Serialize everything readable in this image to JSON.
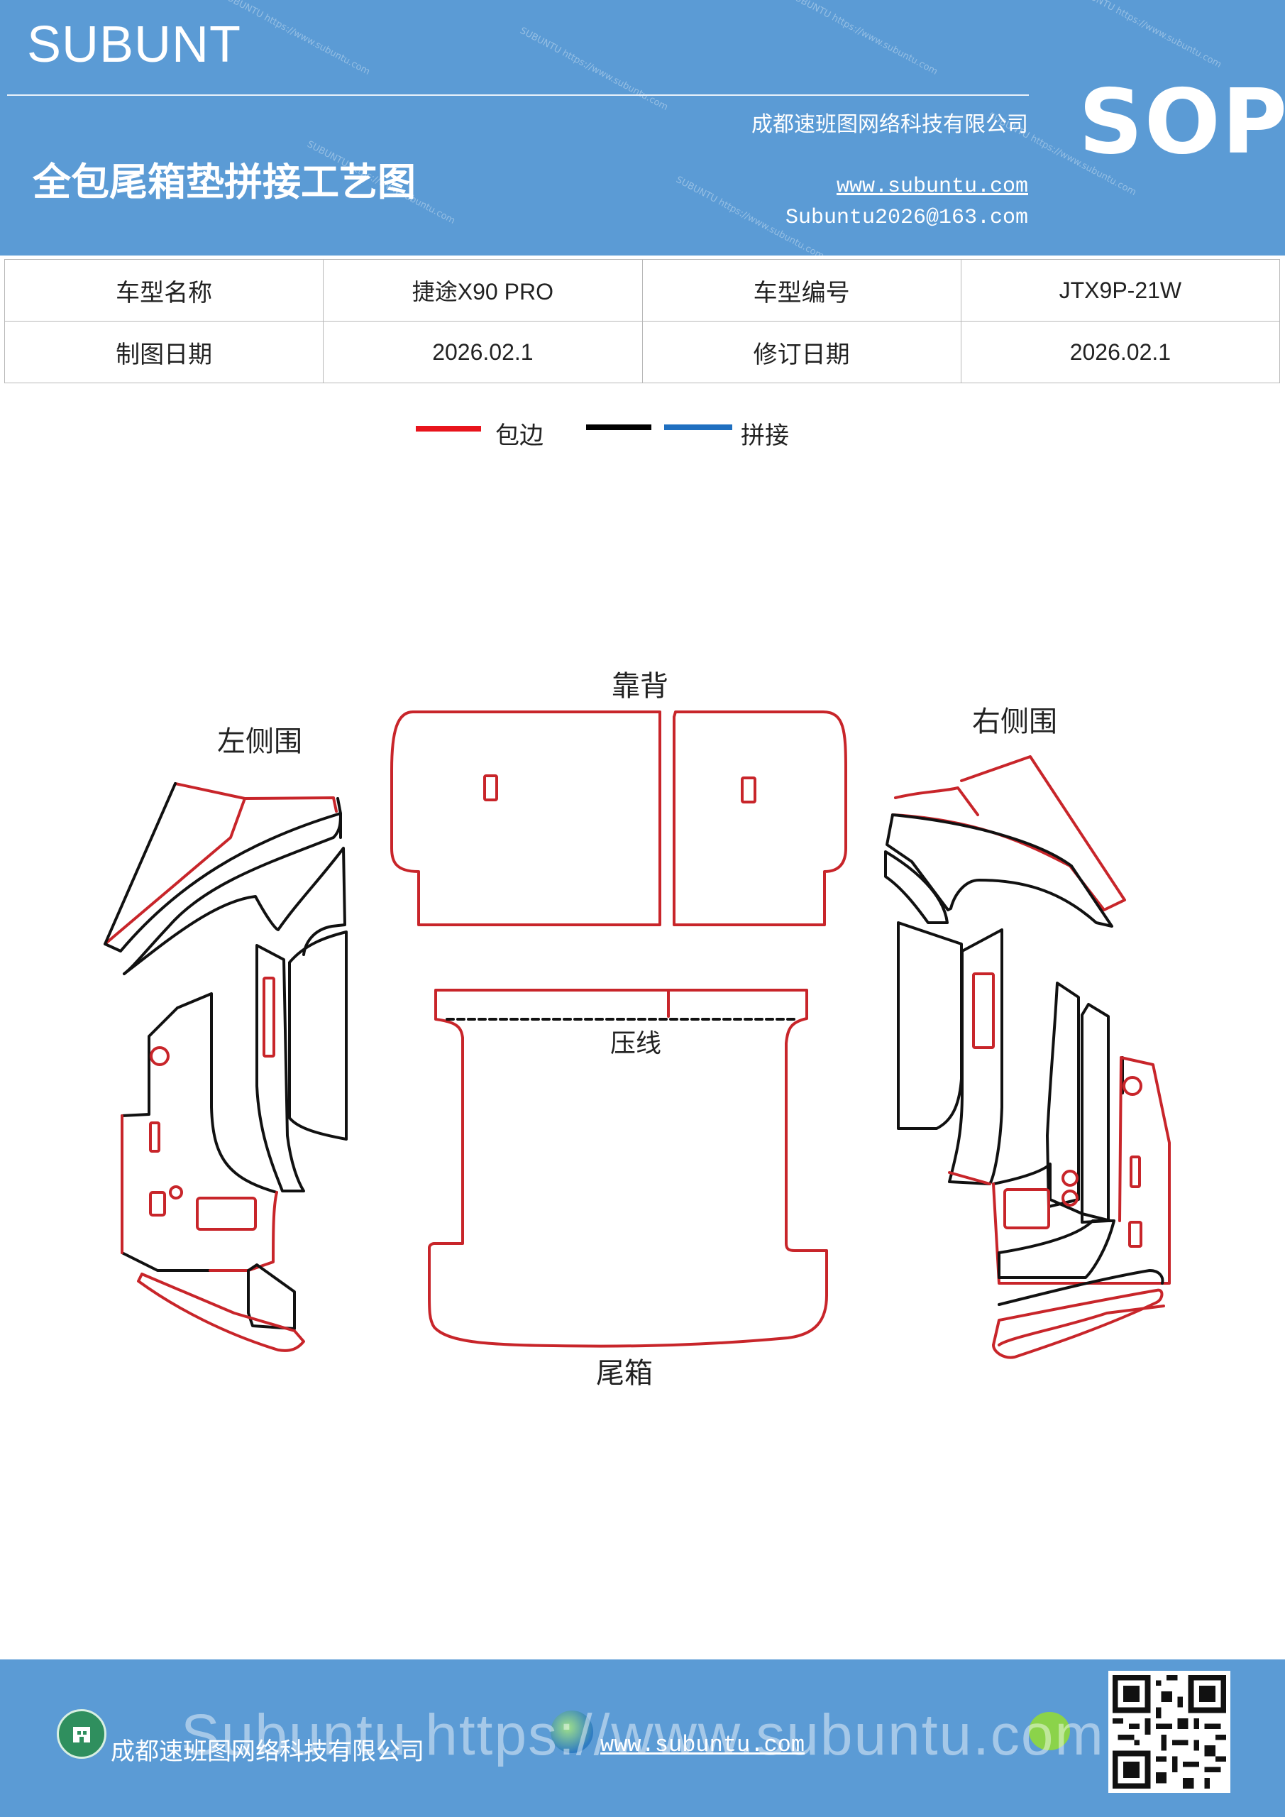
{
  "header": {
    "brand": "SUBUNT",
    "title": "全包尾箱垫拼接工艺图",
    "company": "成都速班图网络科技有限公司",
    "website": "www.subuntu.com",
    "email": "Subuntu2026@163.com",
    "badge": "SOP",
    "watermark": "SUBUNTU https://www.subuntu.com"
  },
  "info_table": {
    "row1": [
      "车型名称",
      "捷途X90  PRO",
      "车型编号",
      "JTX9P-21W"
    ],
    "row2": [
      "制图日期",
      "2026.02.1",
      "修订日期",
      "2026.02.1"
    ]
  },
  "legend": {
    "items": [
      {
        "label": "包边",
        "color": "#e8141c"
      },
      {
        "label": "",
        "color": "#000000"
      },
      {
        "label": "拼接",
        "color": "#1f6fc0"
      }
    ]
  },
  "diagram": {
    "labels": {
      "left": "左侧围",
      "back": "靠背",
      "right": "右侧围",
      "press": "压线",
      "trunk": "尾箱"
    },
    "colors": {
      "edge": "#c8252a",
      "seam": "#111111"
    }
  },
  "footer": {
    "company": "成都速班图网络科技有限公司",
    "website": "www.subuntu.com",
    "overlay_text": "Subuntu https://www.subuntu.com"
  }
}
